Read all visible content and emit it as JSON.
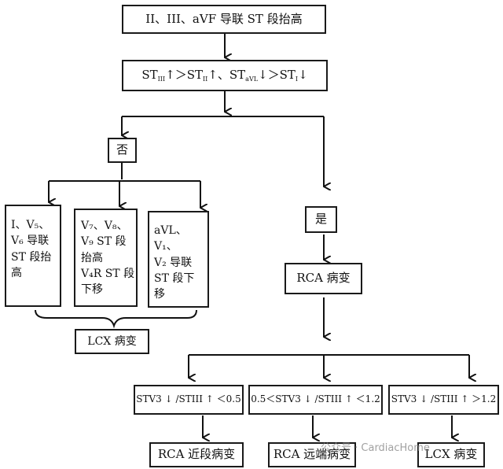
{
  "top": "II、III、aVF 导联 ST 段抬高",
  "criterion": {
    "st1": "ST",
    "sub1": "III",
    "tail1": "↑＞",
    "st2": "ST",
    "sub2": "II",
    "tail2": "↑、",
    "st3": "ST",
    "sub3": "aVL",
    "tail3": "↓＞",
    "st4": "ST",
    "sub4": "I",
    "tail4": "↓"
  },
  "no_label": "否",
  "yes_label": "是",
  "left_boxes": [
    "I、V₅、\nV₆ 导联\nST 段抬\n高",
    "V₇、V₈、\nV₉ ST 段\n抬高\nV₄R ST 段\n下移",
    "aVL、V₁、\nV₂ 导联\nST 段下\n移"
  ],
  "lcx_left": "LCX 病变",
  "rca": "RCA 病变",
  "ratios": [
    "STV3 ↓ /STIII ↑ ＜0.5",
    "0.5＜STV3 ↓ /STIII ↑ ＜1.2",
    "STV3 ↓ /STIII ↑ ＞1.2"
  ],
  "results": [
    "RCA 近段病变",
    "RCA 远端病变",
    "LCX 病变"
  ],
  "watermark": "公众号 · CardiacHome"
}
